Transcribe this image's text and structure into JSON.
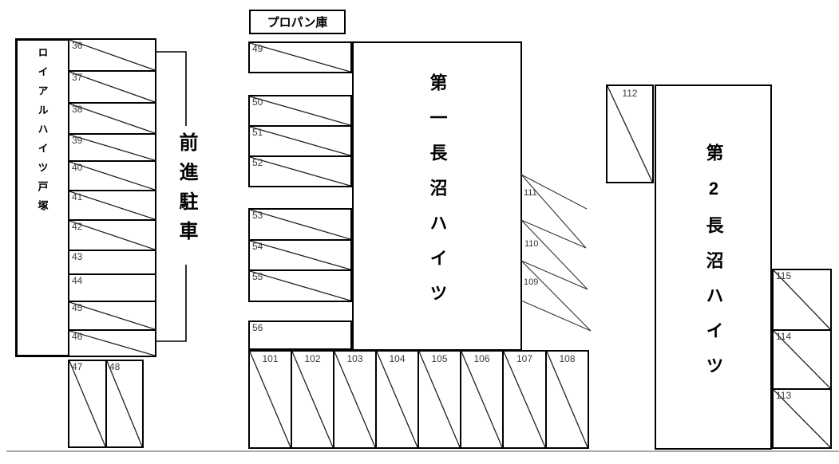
{
  "labels": {
    "propane_storage": "プロパン庫",
    "forward_parking": "前進駐車"
  },
  "buildings": {
    "left": "ロイアルハイツ戸塚",
    "first": "第一長沼ハイツ",
    "second": "第2長沼ハイツ"
  },
  "spaces": {
    "left": [
      "36",
      "37",
      "38",
      "39",
      "40",
      "41",
      "42",
      "43",
      "44",
      "45",
      "46"
    ],
    "under_left": [
      "47",
      "48"
    ],
    "mid_top": "49",
    "mid_group1": [
      "50",
      "51",
      "52"
    ],
    "mid_group2": [
      "53",
      "54",
      "55"
    ],
    "mid_bottom": "56",
    "bottom_row": [
      "101",
      "102",
      "103",
      "104",
      "105",
      "106",
      "107",
      "108"
    ],
    "angled_right_of_first": [
      "111",
      "110",
      "109"
    ],
    "single_112": "112",
    "right_column": [
      "115",
      "114",
      "113"
    ]
  }
}
